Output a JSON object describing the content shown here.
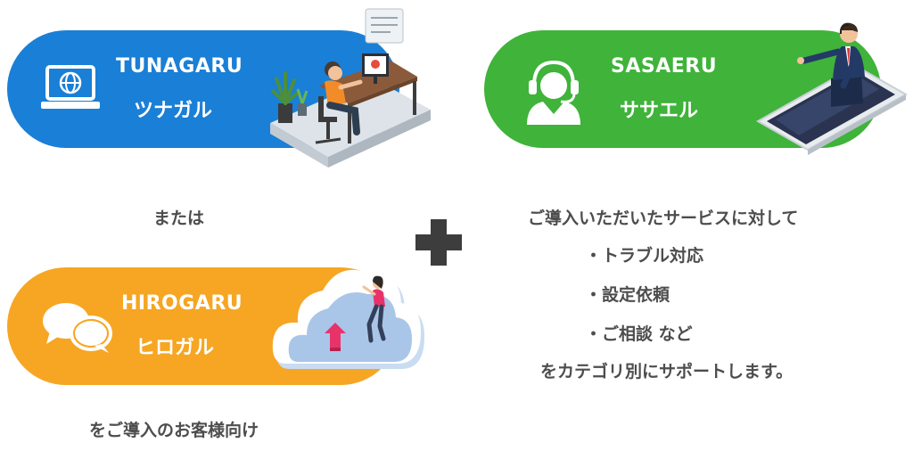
{
  "services": {
    "tunagaru": {
      "name_en": "TUNAGARU",
      "name_ja": "ツナガル",
      "color": "#1a7fd6",
      "icon": "laptop-globe-icon"
    },
    "hirogaru": {
      "name_en": "HIROGARU",
      "name_ja": "ヒロガル",
      "color": "#f6a623",
      "icon": "chat-bubbles-icon"
    },
    "sasaeru": {
      "name_en": "SASAERU",
      "name_ja": "ササエル",
      "color": "#3fb33a",
      "icon": "operator-headset-icon"
    }
  },
  "captions": {
    "or": "または",
    "target": "をご導入のお客様向け"
  },
  "support": {
    "intro": "ご導入いただいたサービスに対して",
    "items": [
      "・トラブル対応",
      "・設定依頼",
      "・ご相談 など"
    ],
    "outro": "をカテゴリ別にサポートします。"
  }
}
